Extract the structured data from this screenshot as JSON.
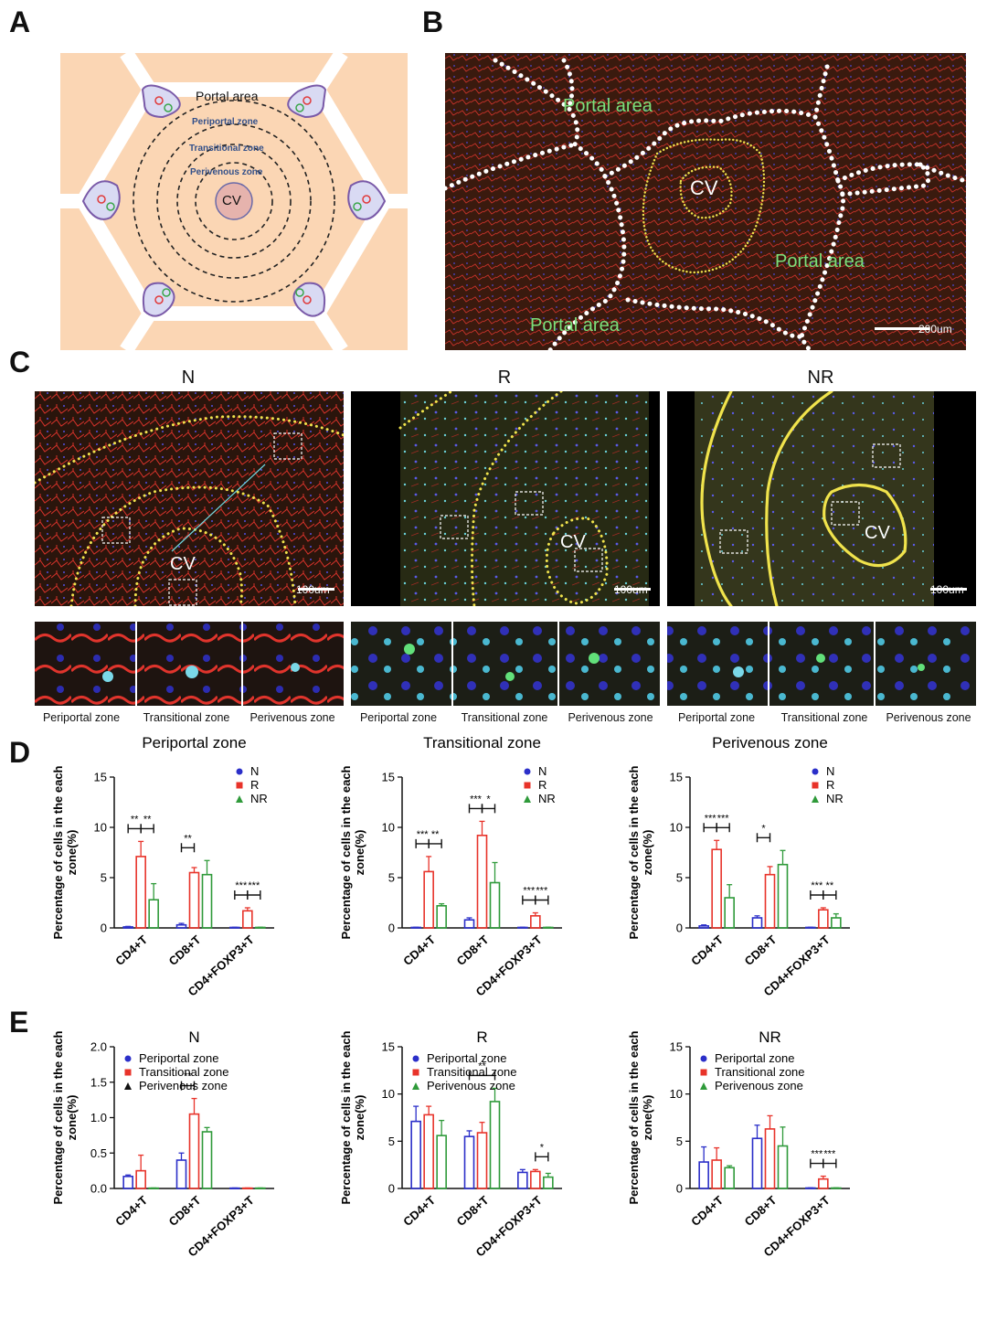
{
  "panels": {
    "a_letter": "A",
    "b_letter": "B",
    "c_letter": "C",
    "d_letter": "D",
    "e_letter": "E"
  },
  "panel_a": {
    "portal_area": "Portal area",
    "periportal": "Periportal zone",
    "transitional": "Transitional zone",
    "perivenous": "Perivenous zone",
    "cv": "CV"
  },
  "panel_b": {
    "portal_1": "Portal area",
    "portal_2": "Portal area",
    "portal_3": "Portal area",
    "cv": "CV",
    "scale": "200um"
  },
  "panel_c": {
    "groups": [
      {
        "title": "N",
        "cv": "CV",
        "scale": "100um",
        "zones": [
          "Periportal zone",
          "Transitional zone",
          "Perivenous zone"
        ]
      },
      {
        "title": "R",
        "cv": "CV",
        "scale": "100um",
        "zones": [
          "Periportal zone",
          "Transitional zone",
          "Perivenous zone"
        ]
      },
      {
        "title": "NR",
        "cv": "CV",
        "scale": "100um",
        "zones": [
          "Periportal zone",
          "Transitional zone",
          "Perivenous zone"
        ]
      }
    ]
  },
  "colors": {
    "blue": "#2b2fc9",
    "red": "#e8332a",
    "green": "#2f9a3a"
  },
  "chart_data": [
    {
      "id": "D1",
      "type": "bar",
      "title": "Periportal zone",
      "ylabel": "Percentage of cells in the each zone(%)",
      "categories": [
        "CD4+T",
        "CD8+T",
        "CD4+FOXP3+T"
      ],
      "yticks": [
        "0",
        "5",
        "10",
        "15"
      ],
      "ylim": [
        0,
        15
      ],
      "legend": [
        "N",
        "R",
        "NR"
      ],
      "series": [
        {
          "name": "N",
          "values": [
            0.1,
            0.3,
            0.05
          ],
          "err": [
            0.05,
            0.15,
            0.02
          ]
        },
        {
          "name": "R",
          "values": [
            7.1,
            5.5,
            1.7
          ],
          "err": [
            1.5,
            0.5,
            0.3
          ]
        },
        {
          "name": "NR",
          "values": [
            2.8,
            5.3,
            0.05
          ],
          "err": [
            1.6,
            1.4,
            0.02
          ]
        }
      ],
      "brackets": [
        {
          "cat": 0,
          "pair": "NR",
          "label": "**"
        },
        {
          "cat": 0,
          "pair": "RN",
          "label": "**"
        },
        {
          "cat": 1,
          "pair": "NR",
          "label": "**"
        },
        {
          "cat": 2,
          "pair": "NR",
          "label": "***"
        },
        {
          "cat": 2,
          "pair": "RN",
          "label": "***"
        }
      ]
    },
    {
      "id": "D2",
      "type": "bar",
      "title": "Transitional zone",
      "ylabel": "Percentage of cells in the each zone(%)",
      "categories": [
        "CD4+T",
        "CD8+T",
        "CD4+FOXP3+T"
      ],
      "yticks": [
        "0",
        "5",
        "10",
        "15"
      ],
      "ylim": [
        0,
        15
      ],
      "legend": [
        "N",
        "R",
        "NR"
      ],
      "series": [
        {
          "name": "N",
          "values": [
            0.05,
            0.8,
            0.05
          ],
          "err": [
            0.02,
            0.2,
            0.02
          ]
        },
        {
          "name": "R",
          "values": [
            5.6,
            9.2,
            1.2
          ],
          "err": [
            1.5,
            1.4,
            0.3
          ]
        },
        {
          "name": "NR",
          "values": [
            2.2,
            4.5,
            0.05
          ],
          "err": [
            0.2,
            2.0,
            0.02
          ]
        }
      ],
      "brackets": [
        {
          "cat": 0,
          "pair": "NR",
          "label": "***"
        },
        {
          "cat": 0,
          "pair": "RN",
          "label": "**"
        },
        {
          "cat": 1,
          "pair": "NR",
          "label": "***"
        },
        {
          "cat": 1,
          "pair": "RN",
          "label": "*"
        },
        {
          "cat": 2,
          "pair": "NR",
          "label": "***"
        },
        {
          "cat": 2,
          "pair": "RN",
          "label": "***"
        }
      ]
    },
    {
      "id": "D3",
      "type": "bar",
      "title": "Perivenous zone",
      "ylabel": "Percentage of cells in the each zone(%)",
      "categories": [
        "CD4+T",
        "CD8+T",
        "CD4+FOXP3+T"
      ],
      "yticks": [
        "0",
        "5",
        "10",
        "15"
      ],
      "ylim": [
        0,
        15
      ],
      "legend": [
        "N",
        "R",
        "NR"
      ],
      "series": [
        {
          "name": "N",
          "values": [
            0.2,
            1.0,
            0.05
          ],
          "err": [
            0.1,
            0.2,
            0.02
          ]
        },
        {
          "name": "R",
          "values": [
            7.8,
            5.3,
            1.8
          ],
          "err": [
            0.9,
            0.8,
            0.2
          ]
        },
        {
          "name": "NR",
          "values": [
            3.0,
            6.3,
            1.0
          ],
          "err": [
            1.3,
            1.4,
            0.4
          ]
        }
      ],
      "brackets": [
        {
          "cat": 0,
          "pair": "NR",
          "label": "***"
        },
        {
          "cat": 0,
          "pair": "RN",
          "label": "***"
        },
        {
          "cat": 1,
          "pair": "NR",
          "label": "*"
        },
        {
          "cat": 2,
          "pair": "NR",
          "label": "***"
        },
        {
          "cat": 2,
          "pair": "RN",
          "label": "**"
        }
      ]
    },
    {
      "id": "E1",
      "type": "bar",
      "title": "N",
      "ylabel": "Percentage of cells in the each zone(%)",
      "categories": [
        "CD4+T",
        "CD8+T",
        "CD4+FOXP3+T"
      ],
      "yticks": [
        "0.0",
        "0.5",
        "1.0",
        "1.5",
        "2.0"
      ],
      "ylim": [
        0,
        2
      ],
      "legend": [
        "Periportal zone",
        "Transitional zone",
        "Perivenous zone"
      ],
      "series": [
        {
          "name": "Periportal zone",
          "values": [
            0.17,
            0.4,
            0.005
          ],
          "err": [
            0.02,
            0.1,
            0.002
          ]
        },
        {
          "name": "Transitional zone",
          "values": [
            0.25,
            1.05,
            0.005
          ],
          "err": [
            0.22,
            0.22,
            0.002
          ]
        },
        {
          "name": "Perivenous zone",
          "values": [
            0.005,
            0.8,
            0.005
          ],
          "err": [
            0.002,
            0.06,
            0.002
          ]
        }
      ],
      "brackets": [
        {
          "cat": 1,
          "pair": "PT",
          "label": "**"
        }
      ]
    },
    {
      "id": "E2",
      "type": "bar",
      "title": "R",
      "ylabel": "Percentage of cells in the each zone(%)",
      "categories": [
        "CD4+T",
        "CD8+T",
        "CD4+FOXP3+T"
      ],
      "yticks": [
        "0",
        "5",
        "10",
        "15"
      ],
      "ylim": [
        0,
        15
      ],
      "legend": [
        "Periportal zone",
        "Transitional zone",
        "Perivenous zone"
      ],
      "series": [
        {
          "name": "Periportal zone",
          "values": [
            7.1,
            5.5,
            1.7
          ],
          "err": [
            1.6,
            0.6,
            0.3
          ]
        },
        {
          "name": "Transitional zone",
          "values": [
            7.8,
            5.9,
            1.8
          ],
          "err": [
            0.9,
            1.1,
            0.2
          ]
        },
        {
          "name": "Perivenous zone",
          "values": [
            5.6,
            9.2,
            1.2
          ],
          "err": [
            1.6,
            1.4,
            0.4
          ]
        }
      ],
      "brackets": [
        {
          "cat": 1,
          "pair": "PV",
          "label": "**"
        },
        {
          "cat": 2,
          "pair": "TV",
          "label": "*"
        }
      ]
    },
    {
      "id": "E3",
      "type": "bar",
      "title": "NR",
      "ylabel": "Percentage of cells in the each zone(%)",
      "categories": [
        "CD4+T",
        "CD8+T",
        "CD4+FOXP3+T"
      ],
      "yticks": [
        "0",
        "5",
        "10",
        "15"
      ],
      "ylim": [
        0,
        15
      ],
      "legend": [
        "Periportal zone",
        "Transitional zone",
        "Perivenous zone"
      ],
      "series": [
        {
          "name": "Periportal zone",
          "values": [
            2.8,
            5.3,
            0.05
          ],
          "err": [
            1.6,
            1.4,
            0.02
          ]
        },
        {
          "name": "Transitional zone",
          "values": [
            3.0,
            6.3,
            1.0
          ],
          "err": [
            1.3,
            1.4,
            0.3
          ]
        },
        {
          "name": "Perivenous zone",
          "values": [
            2.2,
            4.5,
            0.05
          ],
          "err": [
            0.2,
            2.0,
            0.02
          ]
        }
      ],
      "brackets": [
        {
          "cat": 2,
          "pair": "PT",
          "label": "***"
        },
        {
          "cat": 2,
          "pair": "TV",
          "label": "***"
        }
      ]
    }
  ]
}
